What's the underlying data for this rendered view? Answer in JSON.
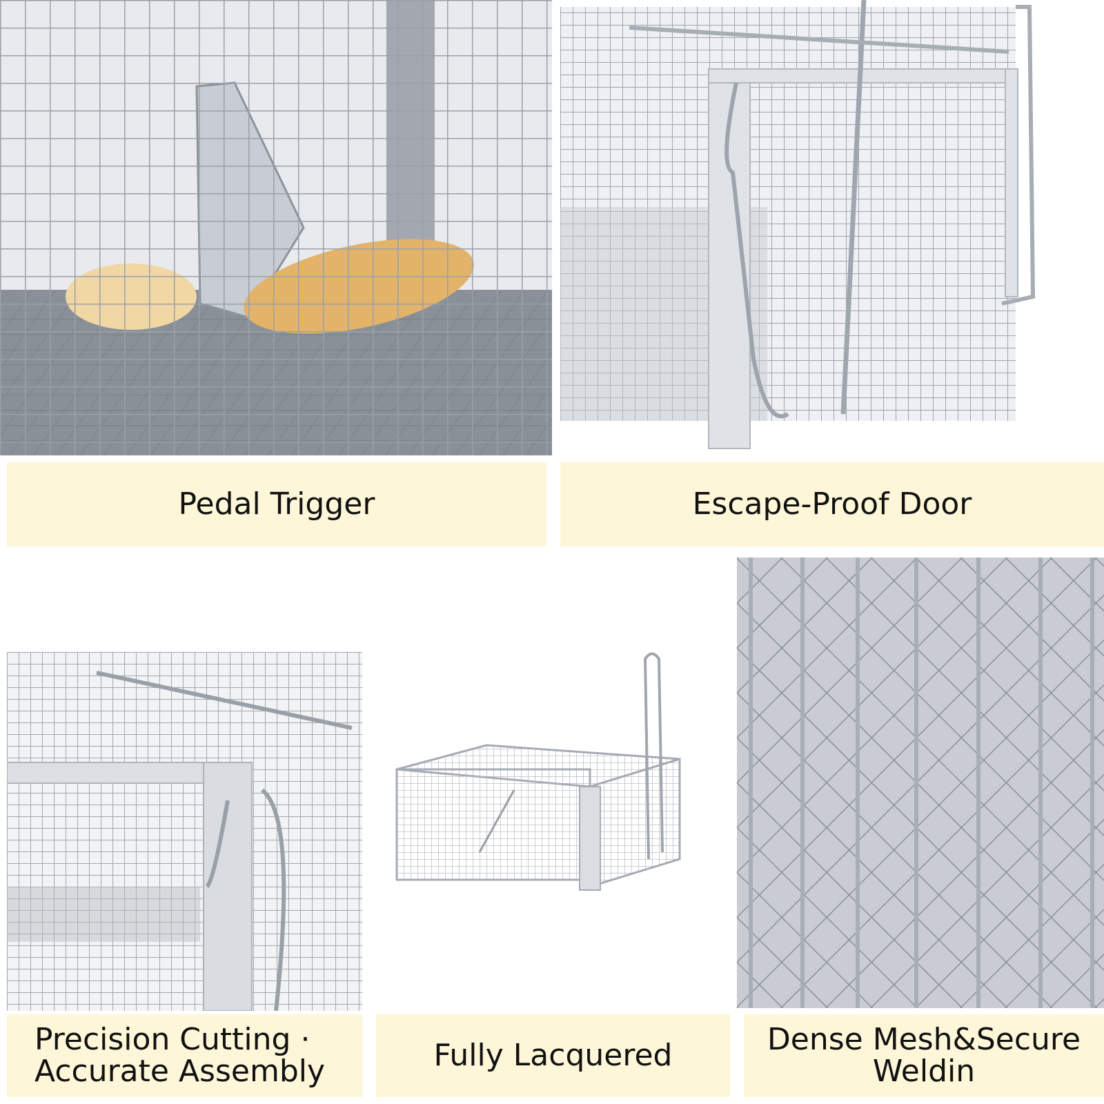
{
  "captions": {
    "pedal_trigger": "Pedal Trigger",
    "escape_proof_door": "Escape-Proof Door",
    "precision_line1": "Precision Cutting ·",
    "precision_line2": "Accurate Assembly",
    "fully_lacquered": "Fully Lacquered",
    "dense_mesh_line1": "Dense Mesh&Secure",
    "dense_mesh_line2": "Weldin"
  },
  "images": [
    {
      "id": "pedal-trigger-photo",
      "subject": "close-up of cage pedal trigger with bait"
    },
    {
      "id": "escape-proof-door-photo",
      "subject": "close-up of spring-loaded cage door"
    },
    {
      "id": "precision-cutting-photo",
      "subject": "close-up of cage corner and latch"
    },
    {
      "id": "fully-lacquered-photo",
      "subject": "whole silver cage trap with handle"
    },
    {
      "id": "dense-mesh-photo",
      "subject": "close-up of welded wire mesh"
    }
  ],
  "colors": {
    "caption_background": "#fdf6d8",
    "metal": "#b8bcc4",
    "bait": "#e3b36a"
  }
}
